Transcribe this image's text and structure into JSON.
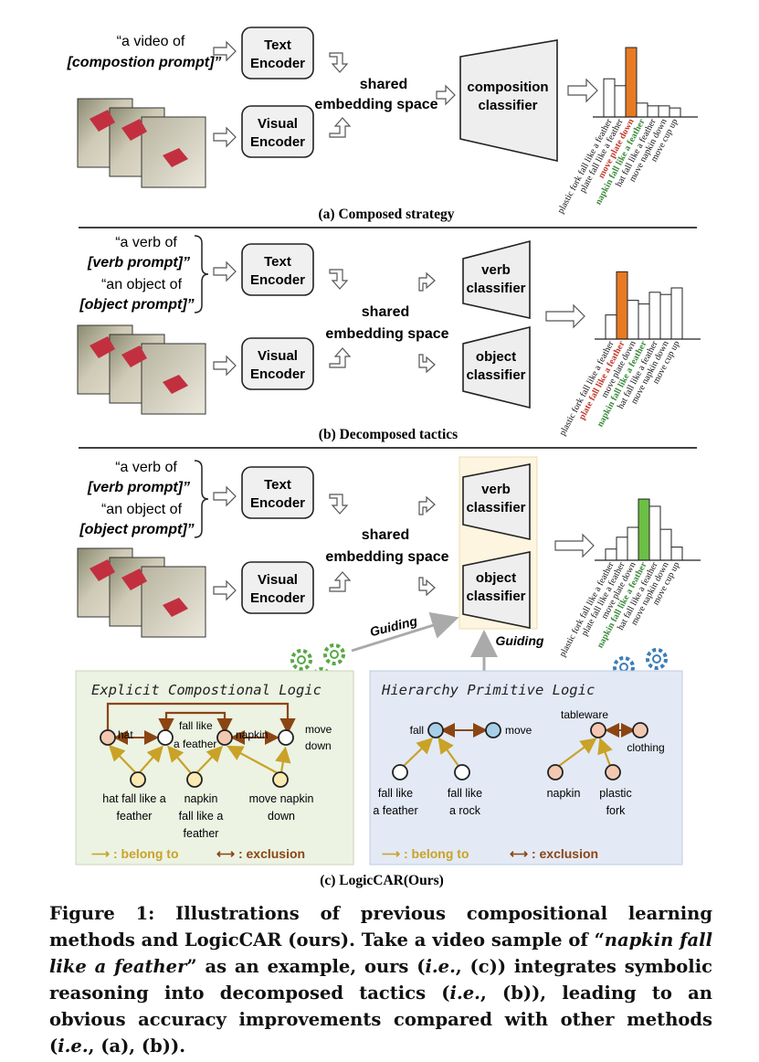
{
  "panel_a": {
    "prompt_line1": "“a video of",
    "prompt_line2": "[compostion prompt]”",
    "text_encoder": [
      "Text",
      "Encoder"
    ],
    "visual_encoder": [
      "Visual",
      "Encoder"
    ],
    "shared_space": [
      "shared",
      "embedding space"
    ],
    "classifier": [
      "composition",
      "classifier"
    ],
    "caption": "(a) Composed strategy"
  },
  "panel_b": {
    "prompt_lines": [
      "“a verb of",
      "[verb prompt]”",
      "“an object of",
      "[object prompt]”"
    ],
    "text_encoder": [
      "Text",
      "Encoder"
    ],
    "visual_encoder": [
      "Visual",
      "Encoder"
    ],
    "shared_space": [
      "shared",
      "embedding space"
    ],
    "verb_classifier": [
      "verb",
      "classifier"
    ],
    "object_classifier": [
      "object",
      "classifier"
    ],
    "caption": "(b) Decomposed tactics"
  },
  "panel_c": {
    "prompt_lines": [
      "“a verb of",
      "[verb prompt]”",
      "“an object of",
      "[object prompt]”"
    ],
    "text_encoder": [
      "Text",
      "Encoder"
    ],
    "visual_encoder": [
      "Visual",
      "Encoder"
    ],
    "shared_space": [
      "shared",
      "embedding space"
    ],
    "verb_classifier": [
      "verb",
      "classifier"
    ],
    "object_classifier": [
      "object",
      "classifier"
    ],
    "guiding1": "Guiding",
    "guiding2": "Guiding",
    "caption": "(c) LogicCAR(Ours)",
    "explicit_logic": {
      "title": "Explicit Compostional Logic",
      "top_nodes": [
        "hat",
        "fall like a feather",
        "napkin",
        "move down"
      ],
      "bottom_nodes": [
        "hat fall like a feather",
        "napkin fall like a feather",
        "move napkin down"
      ],
      "legend_belong": "⟶ : belong to",
      "legend_exclusion": "⟷ : exclusion"
    },
    "hierarchy_logic": {
      "title": "Hierarchy Primitive Logic",
      "nodes": [
        "fall",
        "move",
        "fall like a feather",
        "fall like a rock",
        "tableware",
        "clothing",
        "napkin",
        "plastic fork"
      ],
      "legend_belong": "⟶ : belong to",
      "legend_exclusion": "⟷ : exclusion"
    }
  },
  "chart_data": [
    {
      "type": "bar",
      "panel": "a",
      "categories": [
        "plastic fork fall like a feather",
        "plate fall like a feather",
        "move plate down",
        "napkin fall like a feather",
        "hat fall like a feather",
        "move napkin down",
        "move cup up"
      ],
      "values": [
        0.55,
        0.45,
        1.0,
        0.2,
        0.16,
        0.16,
        0.13
      ],
      "highlight": {
        "move plate down": "#e87a24"
      },
      "label_colors": {
        "move plate down": "#c0392b",
        "napkin fall like a feather": "#3b8a3b"
      }
    },
    {
      "type": "bar",
      "panel": "b",
      "categories": [
        "plastic fork fall like a feather",
        "plate fall like a feather",
        "move plate down",
        "napkin fall like a feather",
        "hat fall like a feather",
        "move napkin down",
        "move cup up"
      ],
      "values": [
        0.33,
        0.92,
        0.53,
        0.48,
        0.64,
        0.61,
        0.7
      ],
      "highlight": {
        "plate fall like a feather": "#e87a24"
      },
      "label_colors": {
        "plate fall like a feather": "#c0392b",
        "napkin fall like a feather": "#3b8a3b"
      }
    },
    {
      "type": "bar",
      "panel": "c",
      "categories": [
        "plastic fork fall like a feather",
        "plate fall like a feather",
        "move plate down",
        "napkin fall like a feather",
        "hat fall like a feather",
        "move napkin down",
        "move cup up"
      ],
      "values": [
        0.17,
        0.35,
        0.5,
        0.93,
        0.82,
        0.47,
        0.2
      ],
      "highlight": {
        "napkin fall like a feather": "#6cbf45"
      },
      "label_colors": {
        "napkin fall like a feather": "#3b8a3b"
      }
    }
  ],
  "colors": {
    "orange": "#e87a24",
    "green": "#6cbf45",
    "gold_arrow": "#c9a227",
    "brown_arrow": "#8b4513"
  },
  "figure_caption": {
    "label": "Figure 1:",
    "part1": " Illustrations of previous compositional learning methods and LogicCAR (ours). Take a video sample of “",
    "example": "napkin fall like a feather",
    "part2": "” as an example, ours (",
    "ie1": "i.e.",
    "part3": ", (c)) integrates symbolic reasoning into decomposed tactics (",
    "ie2": "i.e.",
    "part4": ", (b)), leading to an obvious accuracy improvements compared with other methods (",
    "ie3": "i.e.",
    "part5": ", (a), (b))."
  }
}
